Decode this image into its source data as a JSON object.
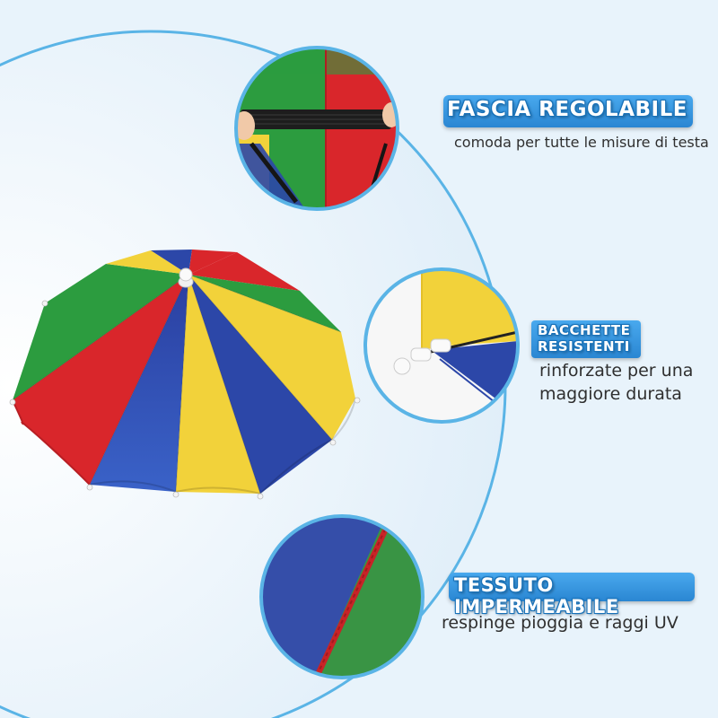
{
  "features": [
    {
      "title": "FASCIA REGOLABILE",
      "description": "comoda per tutte le misure di testa"
    },
    {
      "title_lines": [
        "BACCHETTE",
        "RESISTENTI"
      ],
      "description_lines": [
        "rinforzate per una",
        "maggiore durata"
      ]
    },
    {
      "title": "TESSUTO IMPERMEABILE",
      "description": "respinge pioggia e raggi UV"
    }
  ],
  "colors": {
    "accent": "#2a86d2",
    "ring": "#5ab4e6",
    "umbrella_red": "#d9262b",
    "umbrella_yellow": "#f2d23a",
    "umbrella_green": "#2c9c3f",
    "umbrella_blue": "#2c47a8"
  }
}
